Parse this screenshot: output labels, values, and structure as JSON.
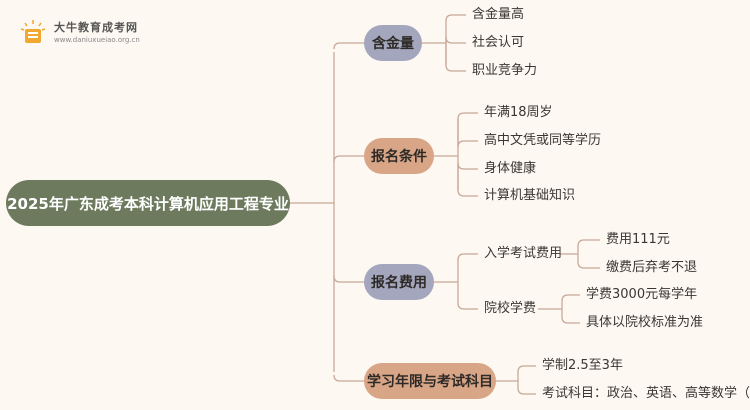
{
  "watermark": {
    "name": "大牛教育成考网",
    "url": "www.daniuxueiao.org.cn"
  },
  "root": {
    "label": "2025年广东成考本科计算机应用工程专业"
  },
  "branches": [
    {
      "label": "含金量",
      "color": "#a3a6bd",
      "leaves": [
        "含金量高",
        "社会认可",
        "职业竞争力"
      ]
    },
    {
      "label": "报名条件",
      "color": "#d9a587",
      "leaves": [
        "年满18周岁",
        "高中文凭或同等学历",
        "身体健康",
        "计算机基础知识"
      ]
    },
    {
      "label": "报名费用",
      "color": "#a3a6bd",
      "subgroups": [
        {
          "label": "入学考试费用",
          "leaves": [
            "费用111元",
            "缴费后弃考不退"
          ]
        },
        {
          "label": "院校学费",
          "leaves": [
            "学费3000元每学年",
            "具体以院校标准为准"
          ]
        }
      ]
    },
    {
      "label": "学习年限与考试科目",
      "color": "#d9a587",
      "leaves": [
        "学制2.5至3年",
        "考试科目：政治、英语、高等数学（二）"
      ]
    }
  ],
  "colors": {
    "connector": "#c9a898",
    "background": "#fdf8f2",
    "root": "#6d7a5e"
  }
}
